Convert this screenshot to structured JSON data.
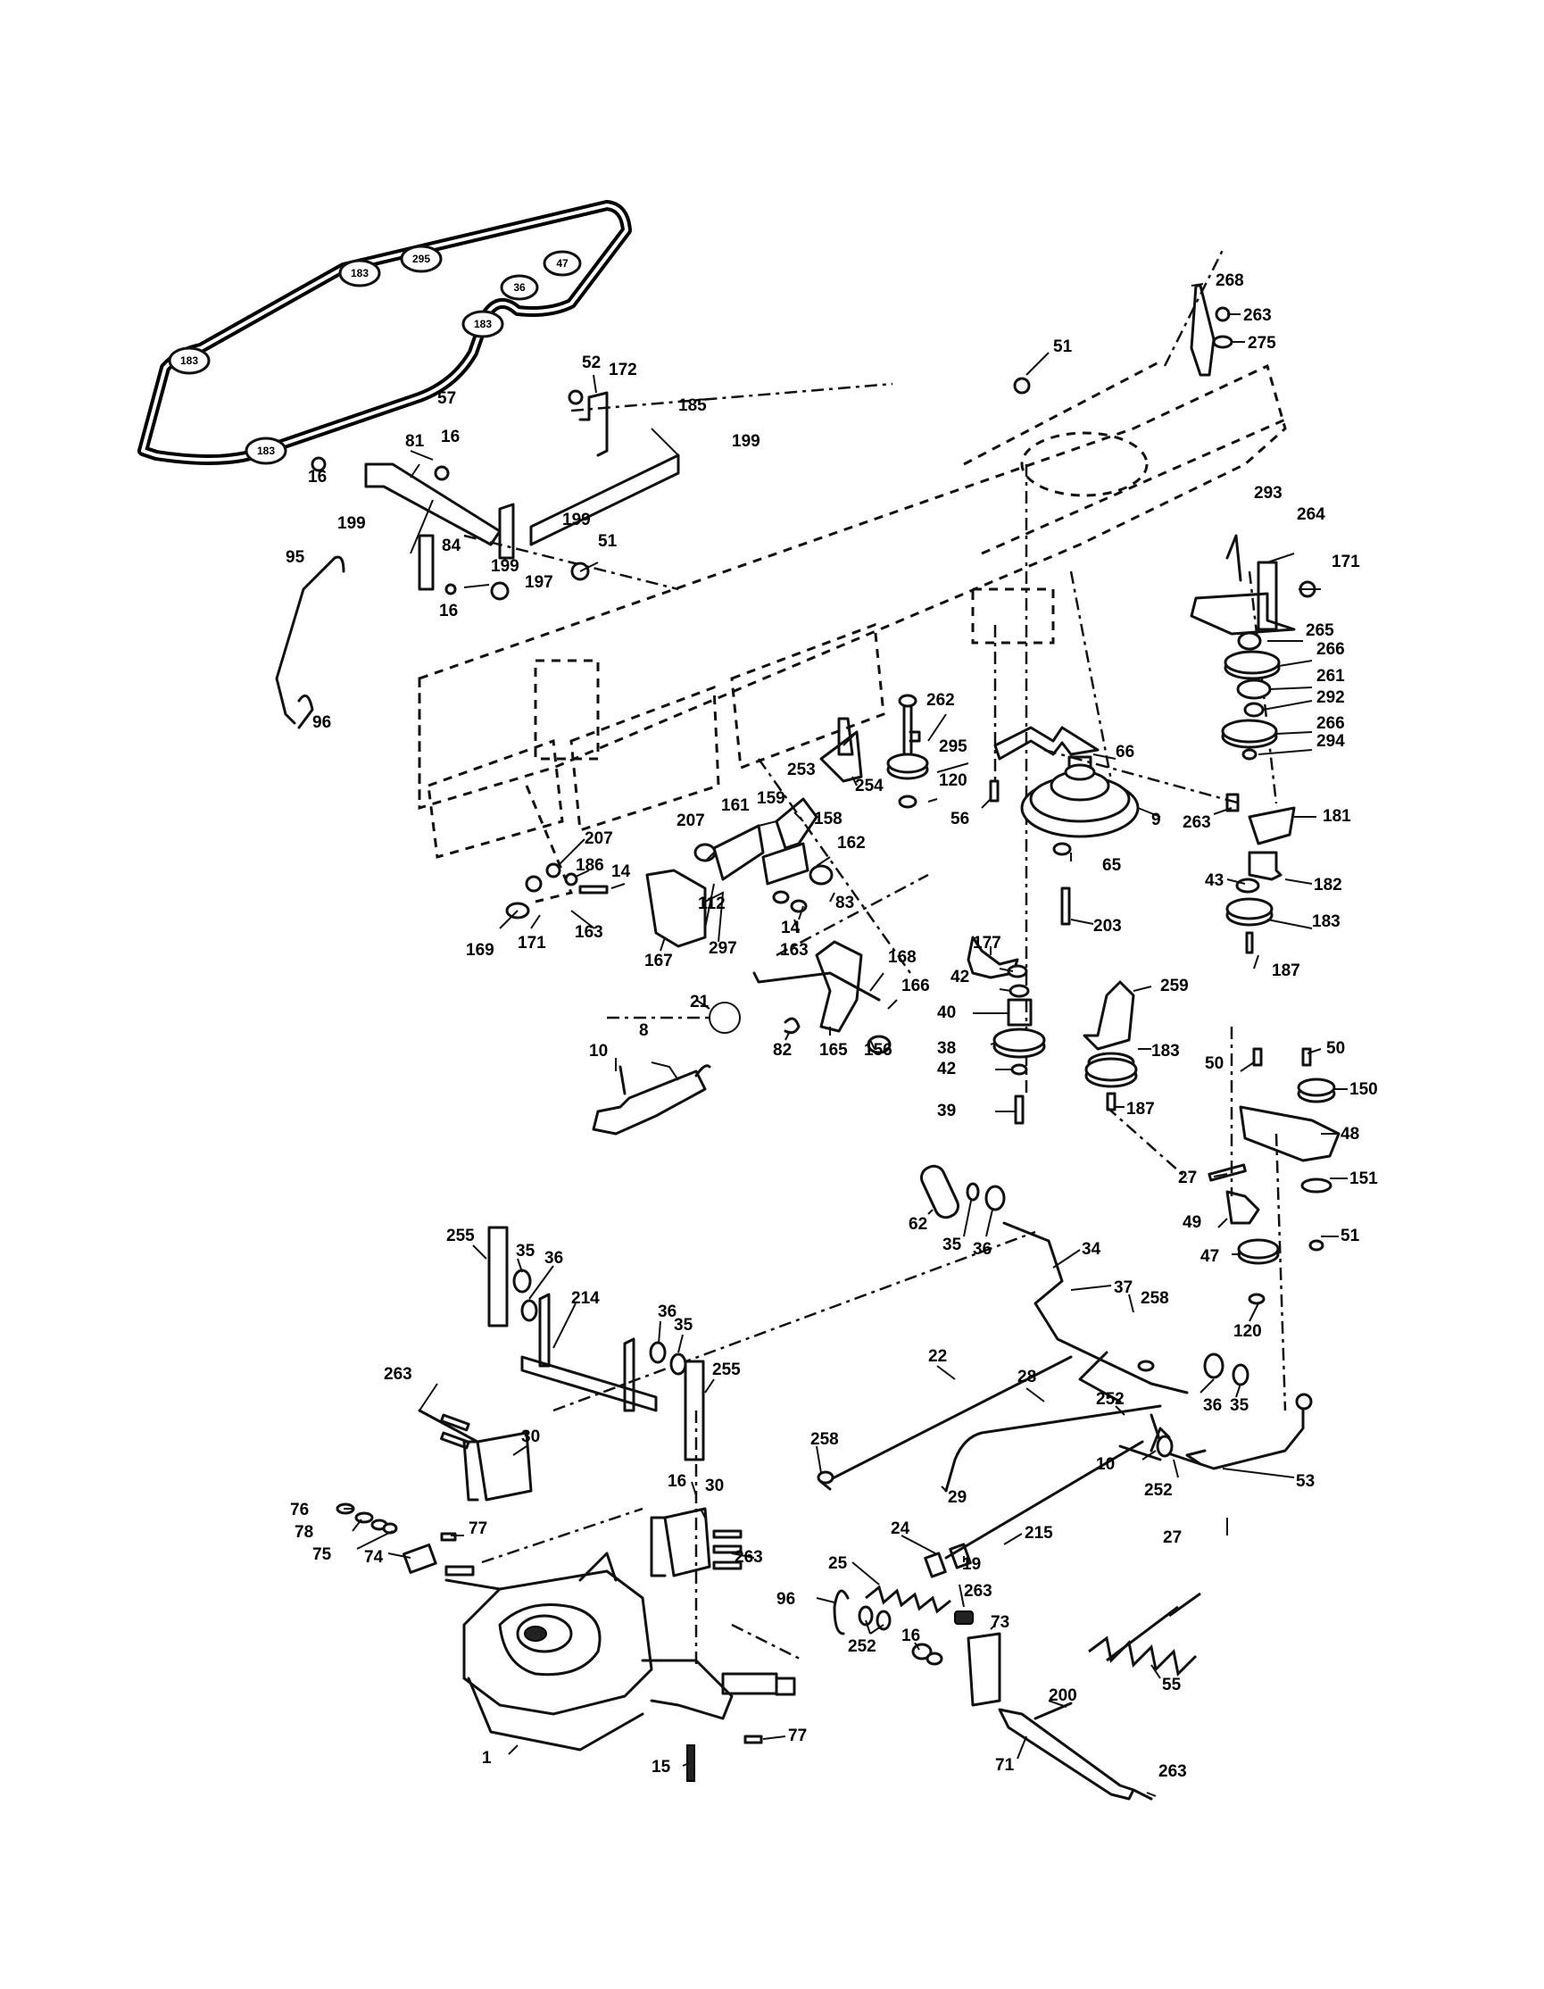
{
  "callouts": [
    {
      "id": "c268",
      "label": "268"
    },
    {
      "id": "c263a",
      "label": "263"
    },
    {
      "id": "c275",
      "label": "275"
    },
    {
      "id": "c51a",
      "label": "51"
    },
    {
      "id": "c52",
      "label": "52"
    },
    {
      "id": "c172",
      "label": "172"
    },
    {
      "id": "c185",
      "label": "185"
    },
    {
      "id": "c199a",
      "label": "199"
    },
    {
      "id": "c57",
      "label": "57"
    },
    {
      "id": "c81",
      "label": "81"
    },
    {
      "id": "c16a",
      "label": "16"
    },
    {
      "id": "c16b",
      "label": "16"
    },
    {
      "id": "c199b",
      "label": "199"
    },
    {
      "id": "c199c",
      "label": "199"
    },
    {
      "id": "c84",
      "label": "84"
    },
    {
      "id": "c51b",
      "label": "51"
    },
    {
      "id": "c199d",
      "label": "199"
    },
    {
      "id": "c197",
      "label": "197"
    },
    {
      "id": "c16c",
      "label": "16"
    },
    {
      "id": "c95",
      "label": "95"
    },
    {
      "id": "c96a",
      "label": "96"
    },
    {
      "id": "c293",
      "label": "293"
    },
    {
      "id": "c264",
      "label": "264"
    },
    {
      "id": "c171a",
      "label": "171"
    },
    {
      "id": "c265",
      "label": "265"
    },
    {
      "id": "c266a",
      "label": "266"
    },
    {
      "id": "c261",
      "label": "261"
    },
    {
      "id": "c292",
      "label": "292"
    },
    {
      "id": "c266b",
      "label": "266"
    },
    {
      "id": "c294",
      "label": "294"
    },
    {
      "id": "c262",
      "label": "262"
    },
    {
      "id": "c295",
      "label": "295"
    },
    {
      "id": "c120a",
      "label": "120"
    },
    {
      "id": "c66",
      "label": "66"
    },
    {
      "id": "c56",
      "label": "56"
    },
    {
      "id": "c9",
      "label": "9"
    },
    {
      "id": "c253",
      "label": "253"
    },
    {
      "id": "c254",
      "label": "254"
    },
    {
      "id": "c263b",
      "label": "263"
    },
    {
      "id": "c181",
      "label": "181"
    },
    {
      "id": "c43",
      "label": "43"
    },
    {
      "id": "c182",
      "label": "182"
    },
    {
      "id": "c65",
      "label": "65"
    },
    {
      "id": "c183a",
      "label": "183"
    },
    {
      "id": "c187a",
      "label": "187"
    },
    {
      "id": "c203",
      "label": "203"
    },
    {
      "id": "c207a",
      "label": "207"
    },
    {
      "id": "c161",
      "label": "161"
    },
    {
      "id": "c159",
      "label": "159"
    },
    {
      "id": "c158",
      "label": "158"
    },
    {
      "id": "c162",
      "label": "162"
    },
    {
      "id": "c207b",
      "label": "207"
    },
    {
      "id": "c186",
      "label": "186"
    },
    {
      "id": "c14a",
      "label": "14"
    },
    {
      "id": "c112",
      "label": "112"
    },
    {
      "id": "c83",
      "label": "83"
    },
    {
      "id": "c14b",
      "label": "14"
    },
    {
      "id": "c163a",
      "label": "163"
    },
    {
      "id": "c163b",
      "label": "163"
    },
    {
      "id": "c169",
      "label": "169"
    },
    {
      "id": "c171b",
      "label": "171"
    },
    {
      "id": "c167",
      "label": "167"
    },
    {
      "id": "c297",
      "label": "297"
    },
    {
      "id": "c177",
      "label": "177"
    },
    {
      "id": "c42a",
      "label": "42"
    },
    {
      "id": "c259",
      "label": "259"
    },
    {
      "id": "c168",
      "label": "168"
    },
    {
      "id": "c166",
      "label": "166"
    },
    {
      "id": "c21",
      "label": "21"
    },
    {
      "id": "c40",
      "label": "40"
    },
    {
      "id": "c38",
      "label": "38"
    },
    {
      "id": "c183b",
      "label": "183"
    },
    {
      "id": "c42b",
      "label": "42"
    },
    {
      "id": "c39",
      "label": "39"
    },
    {
      "id": "c187b",
      "label": "187"
    },
    {
      "id": "c10a",
      "label": "10"
    },
    {
      "id": "c8",
      "label": "8"
    },
    {
      "id": "c82",
      "label": "82"
    },
    {
      "id": "c165",
      "label": "165"
    },
    {
      "id": "c156",
      "label": "156"
    },
    {
      "id": "c50a",
      "label": "50"
    },
    {
      "id": "c50b",
      "label": "50"
    },
    {
      "id": "c150",
      "label": "150"
    },
    {
      "id": "c48",
      "label": "48"
    },
    {
      "id": "c27a",
      "label": "27"
    },
    {
      "id": "c151",
      "label": "151"
    },
    {
      "id": "c49",
      "label": "49"
    },
    {
      "id": "c51c",
      "label": "51"
    },
    {
      "id": "c47",
      "label": "47"
    },
    {
      "id": "c62",
      "label": "62"
    },
    {
      "id": "c35a",
      "label": "35"
    },
    {
      "id": "c36a",
      "label": "36"
    },
    {
      "id": "c34",
      "label": "34"
    },
    {
      "id": "c37",
      "label": "37"
    },
    {
      "id": "c258a",
      "label": "258"
    },
    {
      "id": "c120b",
      "label": "120"
    },
    {
      "id": "c255a",
      "label": "255"
    },
    {
      "id": "c35b",
      "label": "35"
    },
    {
      "id": "c36b",
      "label": "36"
    },
    {
      "id": "c214",
      "label": "214"
    },
    {
      "id": "c36c",
      "label": "36"
    },
    {
      "id": "c35c",
      "label": "35"
    },
    {
      "id": "c255b",
      "label": "255"
    },
    {
      "id": "c22",
      "label": "22"
    },
    {
      "id": "c28",
      "label": "28"
    },
    {
      "id": "c252a",
      "label": "252"
    },
    {
      "id": "c36d",
      "label": "36"
    },
    {
      "id": "c35d",
      "label": "35"
    },
    {
      "id": "c263c",
      "label": "263"
    },
    {
      "id": "c30a",
      "label": "30"
    },
    {
      "id": "c258b",
      "label": "258"
    },
    {
      "id": "c10b",
      "label": "10"
    },
    {
      "id": "c252b",
      "label": "252"
    },
    {
      "id": "c53",
      "label": "53"
    },
    {
      "id": "c29",
      "label": "29"
    },
    {
      "id": "c215",
      "label": "215"
    },
    {
      "id": "c27b",
      "label": "27"
    },
    {
      "id": "c16d",
      "label": "16"
    },
    {
      "id": "c30b",
      "label": "30"
    },
    {
      "id": "c76",
      "label": "76"
    },
    {
      "id": "c77a",
      "label": "77"
    },
    {
      "id": "c78",
      "label": "78"
    },
    {
      "id": "c75",
      "label": "75"
    },
    {
      "id": "c74",
      "label": "74"
    },
    {
      "id": "c263d",
      "label": "263"
    },
    {
      "id": "c24",
      "label": "24"
    },
    {
      "id": "c19",
      "label": "19"
    },
    {
      "id": "c25",
      "label": "25"
    },
    {
      "id": "c96b",
      "label": "96"
    },
    {
      "id": "c263e",
      "label": "263"
    },
    {
      "id": "c73",
      "label": "73"
    },
    {
      "id": "c55",
      "label": "55"
    },
    {
      "id": "c252c",
      "label": "252"
    },
    {
      "id": "c16e",
      "label": "16"
    },
    {
      "id": "c200",
      "label": "200"
    },
    {
      "id": "c77b",
      "label": "77"
    },
    {
      "id": "c1",
      "label": "1"
    },
    {
      "id": "c71",
      "label": "71"
    },
    {
      "id": "c15",
      "label": "15"
    },
    {
      "id": "c263f",
      "label": "263"
    }
  ],
  "belt_pulley_labels": [
    "183",
    "295",
    "47",
    "36",
    "183",
    "183",
    "183"
  ]
}
